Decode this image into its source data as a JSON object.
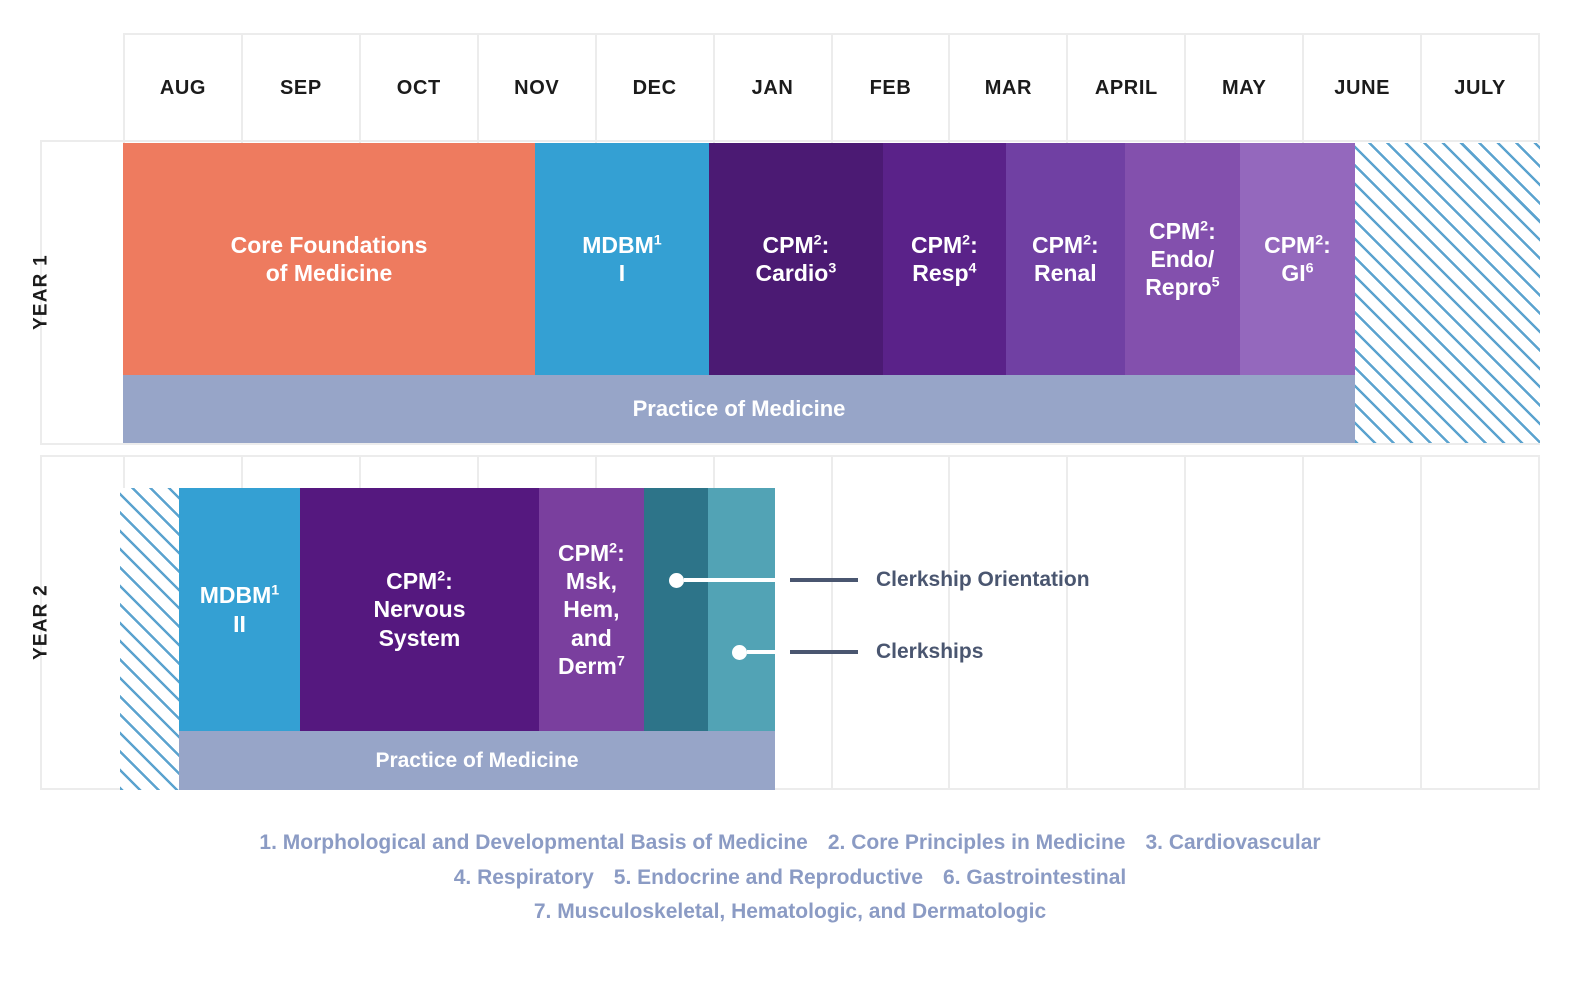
{
  "months": [
    "AUG",
    "SEP",
    "OCT",
    "NOV",
    "DEC",
    "JAN",
    "FEB",
    "MAR",
    "APRIL",
    "MAY",
    "JUNE",
    "JULY"
  ],
  "years": {
    "year1": {
      "label": "YEAR 1"
    },
    "year2": {
      "label": "YEAR 2"
    }
  },
  "practice_of_medicine": {
    "year1_label": "Practice of Medicine",
    "year2_label": "Practice of Medicine",
    "color": "#97a5c8"
  },
  "year1_blocks": [
    {
      "name": "core-foundations",
      "line1": "Core Foundations",
      "line2": "of Medicine",
      "sup1": "",
      "sup2": "",
      "color": "#ee7b5f",
      "left_pct": 0.0,
      "width_pct": 33.44,
      "font_size": "23px"
    },
    {
      "name": "mdbm-1",
      "line1": "MDBM",
      "line2": "I",
      "sup1": "1",
      "sup2": "",
      "color": "#34a0d3",
      "left_pct": 33.44,
      "width_pct": 14.12,
      "font_size": "23px"
    },
    {
      "name": "cpm-cardio",
      "line1": "CPM",
      "line2": "Cardio",
      "sup1": "2",
      "sup2": "3",
      "colon": true,
      "color": "#4b1a73",
      "left_pct": 47.56,
      "width_pct": 14.12,
      "font_size": "23px"
    },
    {
      "name": "cpm-resp",
      "line1": "CPM",
      "line2": "Resp",
      "sup1": "2",
      "sup2": "4",
      "colon": true,
      "color": "#5a2289",
      "left_pct": 61.68,
      "width_pct": 9.98,
      "font_size": "23px"
    },
    {
      "name": "cpm-renal",
      "line1": "CPM",
      "line2": "Renal",
      "sup1": "2",
      "sup2": "",
      "colon": true,
      "color": "#7040a3",
      "left_pct": 71.66,
      "width_pct": 9.66,
      "font_size": "23px"
    },
    {
      "name": "cpm-endo-repro",
      "line1": "CPM",
      "line2": "Endo/",
      "line3": "Repro",
      "sup1": "2",
      "sup3": "5",
      "colon": true,
      "color": "#8350ad",
      "left_pct": 81.32,
      "width_pct": 9.34,
      "font_size": "23px"
    },
    {
      "name": "cpm-gi",
      "line1": "CPM",
      "line2": "GI",
      "sup1": "2",
      "sup2": "6",
      "colon": true,
      "color": "#9468bd",
      "left_pct": 90.66,
      "width_pct": 9.34,
      "font_size": "23px"
    }
  ],
  "year2_blocks": [
    {
      "name": "mdbm-2",
      "line1": "MDBM",
      "line2": "II",
      "sup1": "1",
      "sup2": "",
      "color": "#34a0d3",
      "left_pct": 0.0,
      "width_pct": 20.3,
      "font_size": "23px"
    },
    {
      "name": "cpm-nervous-system",
      "line1": "CPM",
      "line2": "Nervous",
      "line3": "System",
      "sup1": "2",
      "colon": true,
      "color": "#55187f",
      "left_pct": 20.3,
      "width_pct": 40.1,
      "font_size": "23px"
    },
    {
      "name": "cpm-msk-hem-derm",
      "line1": "CPM",
      "line2": "Msk,",
      "line3": "Hem,",
      "line4": "and",
      "line5": "Derm",
      "sup1": "2",
      "sup5": "7",
      "colon": true,
      "color": "#7a3f9e",
      "left_pct": 60.4,
      "width_pct": 17.6,
      "font_size": "23px"
    },
    {
      "name": "clerkship-orientation",
      "line1": "",
      "color": "#2d7489",
      "left_pct": 78.0,
      "width_pct": 10.7,
      "font_size": "20px"
    },
    {
      "name": "clerkships",
      "line1": "",
      "color": "#52a3b5",
      "left_pct": 88.7,
      "width_pct": 11.3,
      "font_size": "20px"
    }
  ],
  "callouts": [
    {
      "name": "clerkship-orientation-callout",
      "label": "Clerkship Orientation"
    },
    {
      "name": "clerkships-callout",
      "label": "Clerkships"
    }
  ],
  "footnotes": {
    "line1": [
      "1. Morphological and Developmental Basis of Medicine",
      "2. Core Principles in Medicine",
      "3. Cardiovascular"
    ],
    "line2": [
      "4. Respiratory",
      "5. Endocrine and Reproductive",
      "6. Gastrointestinal"
    ],
    "line3": [
      "7. Musculoskeletal, Hematologic, and Dermatologic"
    ],
    "color": "#8b9bc4"
  },
  "hatch_color": "#5ba3cf",
  "grid_line_color": "#ececec"
}
